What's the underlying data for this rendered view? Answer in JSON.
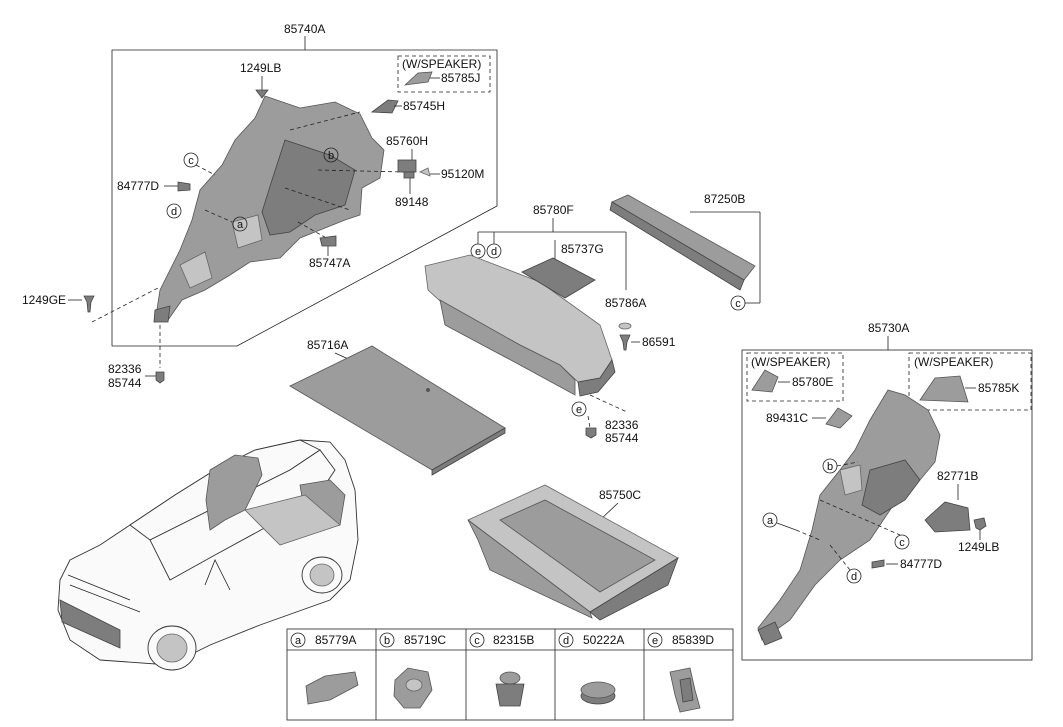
{
  "labels": {
    "l85740A": "85740A",
    "l1249LB_top": "1249LB",
    "lWspeaker1": "(W/SPEAKER)",
    "l85785J": "85785J",
    "l85745H": "85745H",
    "l85760H": "85760H",
    "l95120M": "95120M",
    "l84777D_top": "84777D",
    "l89148": "89148",
    "l85747A": "85747A",
    "l1249GE": "1249GE",
    "l82336_top": "82336",
    "l85744_top": "85744",
    "l85716A": "85716A",
    "l85780F": "85780F",
    "l85737G": "85737G",
    "l85786A": "85786A",
    "l86591": "86591",
    "l82336_mid": "82336",
    "l85744_mid": "85744",
    "l87250B": "87250B",
    "l85750C": "85750C",
    "l85730A": "85730A",
    "lWspeaker2": "(W/SPEAKER)",
    "l85780E": "85780E",
    "lWspeaker3": "(W/SPEAKER)",
    "l85785K": "85785K",
    "l89431C": "89431C",
    "l82771B": "82771B",
    "l1249LB_right": "1249LB",
    "l84777D_right": "84777D"
  },
  "circle_letters": {
    "a": "a",
    "b": "b",
    "c": "c",
    "d": "d",
    "e": "e"
  },
  "legend": [
    {
      "letter": "a",
      "part": "85779A"
    },
    {
      "letter": "b",
      "part": "85719C"
    },
    {
      "letter": "c",
      "part": "82315B"
    },
    {
      "letter": "d",
      "part": "50222A"
    },
    {
      "letter": "e",
      "part": "85839D"
    }
  ]
}
